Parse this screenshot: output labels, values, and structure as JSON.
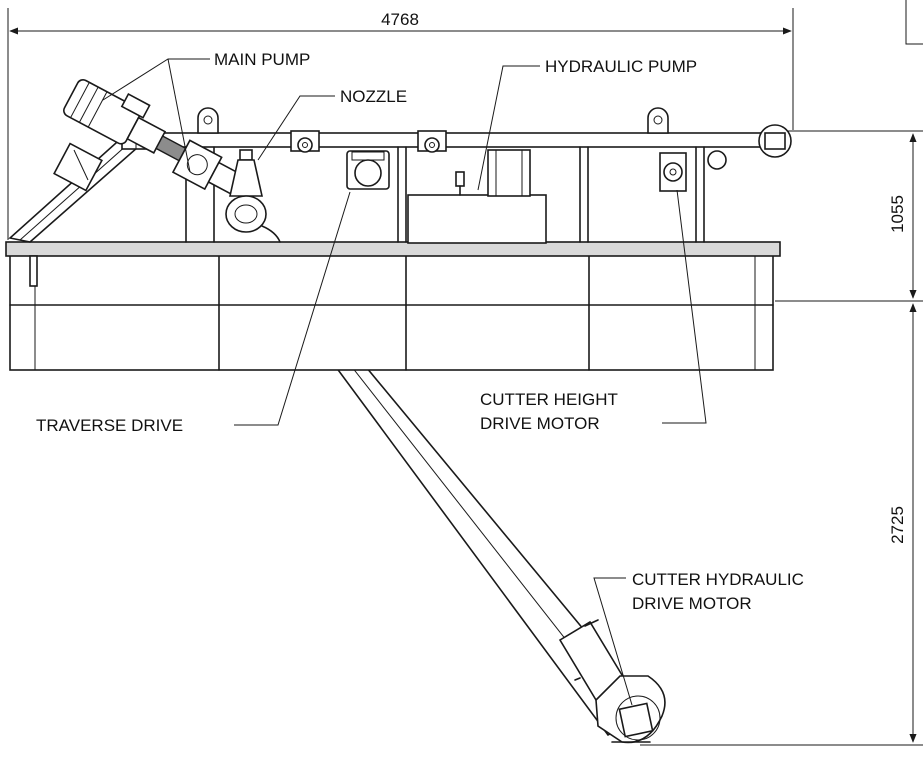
{
  "dimensions": {
    "overall_length": "4768",
    "upper_height": "1055",
    "lower_depth": "2725"
  },
  "labels": {
    "main_pump": "MAIN PUMP",
    "nozzle": "NOZZLE",
    "hydraulic_pump": "HYDRAULIC PUMP",
    "traverse_drive": "TRAVERSE DRIVE",
    "cutter_height_line1": "CUTTER HEIGHT",
    "cutter_height_line2": "DRIVE MOTOR",
    "cutter_hydraulic_line1": "CUTTER HYDRAULIC",
    "cutter_hydraulic_line2": "DRIVE MOTOR"
  }
}
